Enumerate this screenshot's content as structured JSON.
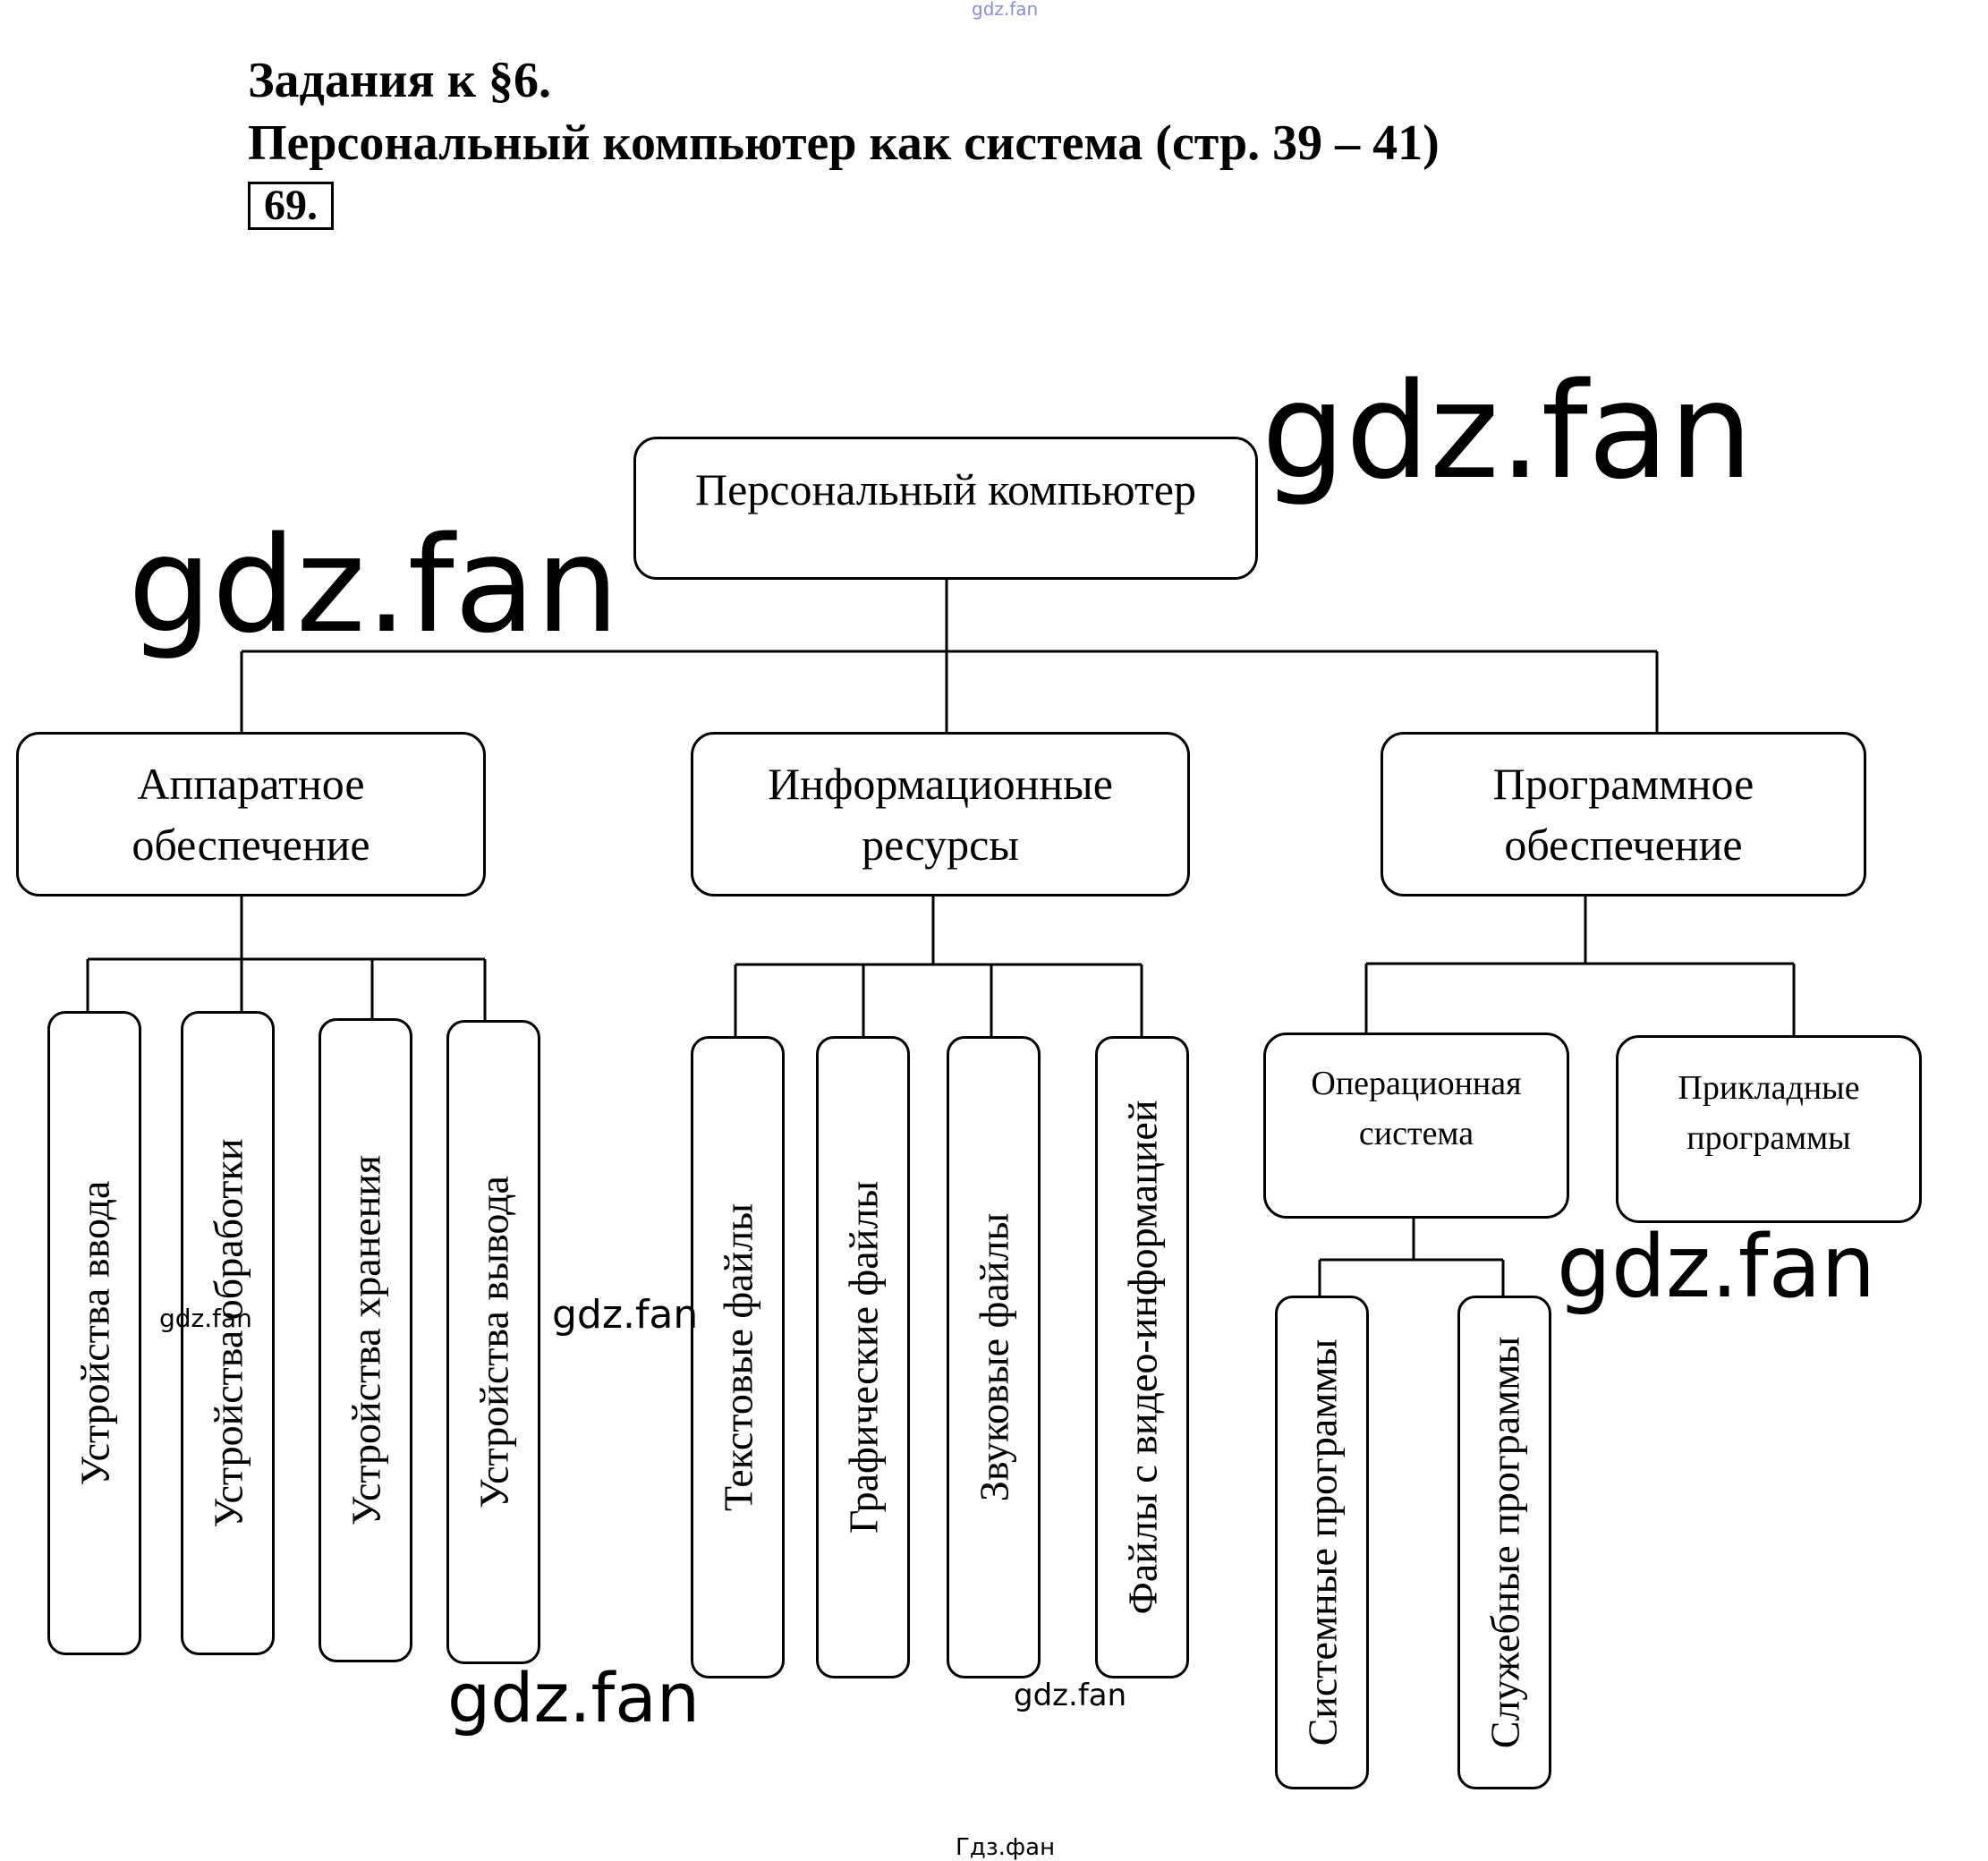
{
  "header": {
    "line1": "Задания к §6.",
    "line2": "Персональный компьютер как система (стр. 39 – 41)",
    "task_number": "69."
  },
  "diagram": {
    "root": "Персональный компьютер",
    "branches": {
      "hardware": {
        "label": "Аппаратное обеспечение",
        "children": [
          "Устройства ввода",
          "Устройства обработки",
          "Устройства хранения",
          "Устройства вывода"
        ]
      },
      "info": {
        "label": "Информационные ресурсы",
        "children": [
          "Текстовые файлы",
          "Графические файлы",
          "Звуковые файлы",
          "Файлы с видео-информацией"
        ]
      },
      "software": {
        "label": "Программное обеспечение",
        "os": {
          "label": "Операционная система",
          "children": [
            "Системные программы",
            "Служебные программы"
          ]
        },
        "apps": {
          "label": "Прикладные программы"
        }
      }
    }
  },
  "watermarks": {
    "site": "gdz.fan",
    "footer": "Гдз.фан"
  }
}
